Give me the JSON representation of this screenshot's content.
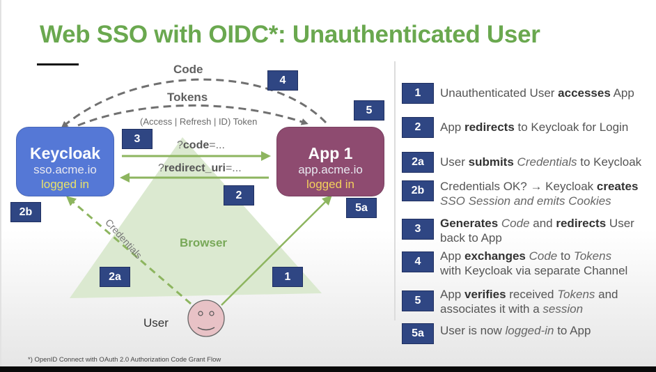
{
  "title": "Web SSO with OIDC*: Unauthenticated User",
  "footnote": "*) OpenID Connect with OAuth 2.0  Authorization Code Grant Flow",
  "colors": {
    "title_green": "#6aa84f",
    "keycloak_blue": "#5578d6",
    "app_purple": "#8e4b70",
    "badge_navy": "#2f4683",
    "browser_green": "#d9e8cd",
    "arrow_green": "#8db55f",
    "arc_gray": "#707070"
  },
  "diagram": {
    "keycloak": {
      "name": "Keycloak",
      "host": "sso.acme.io",
      "status": "logged in"
    },
    "app": {
      "name": "App 1",
      "host": "app.acme.io",
      "status": "logged in"
    },
    "browser_label": "Browser",
    "user_label": "User",
    "arcs": {
      "code_label": "Code",
      "tokens_label": "Tokens",
      "tokens_note": "(Access | Refresh | ID) Token"
    },
    "params": {
      "code_prefix": "?",
      "code_bold": "code",
      "code_suffix": "=...",
      "redirect_prefix": "?",
      "redirect_bold": "redirect_uri",
      "redirect_suffix": "=..."
    },
    "credentials_label": "Credentials",
    "badges": {
      "b4": "4",
      "b5": "5",
      "b3": "3",
      "b2": "2",
      "b2b": "2b",
      "b5a": "5a",
      "b2a": "2a",
      "b1": "1"
    }
  },
  "steps": [
    {
      "id": "1",
      "parts": [
        [
          "n",
          "Unauthenticated User "
        ],
        [
          "b",
          "accesses"
        ],
        [
          "n",
          " App"
        ]
      ]
    },
    {
      "id": "2",
      "parts": [
        [
          "n",
          "App "
        ],
        [
          "b",
          "redirects"
        ],
        [
          "n",
          " to Keycloak for Login"
        ]
      ]
    },
    {
      "id": "2a",
      "parts": [
        [
          "n",
          "User "
        ],
        [
          "b",
          "submits"
        ],
        [
          "n",
          " "
        ],
        [
          "i",
          "Credentials"
        ],
        [
          "n",
          " to Keycloak"
        ]
      ]
    },
    {
      "id": "2b",
      "parts": [
        [
          "n",
          "Credentials OK? → Keycloak "
        ],
        [
          "b",
          "creates"
        ],
        [
          "br",
          ""
        ],
        [
          "i",
          "SSO Session and emits Cookies"
        ]
      ]
    },
    {
      "id": "3",
      "parts": [
        [
          "b",
          "Generates"
        ],
        [
          "n",
          " "
        ],
        [
          "i",
          "Code"
        ],
        [
          "n",
          " and "
        ],
        [
          "b",
          "redirects"
        ],
        [
          "n",
          " User"
        ],
        [
          "br",
          ""
        ],
        [
          "n",
          "back to App"
        ]
      ]
    },
    {
      "id": "4",
      "parts": [
        [
          "n",
          "App "
        ],
        [
          "b",
          "exchanges"
        ],
        [
          "n",
          " "
        ],
        [
          "i",
          "Code"
        ],
        [
          "n",
          " to "
        ],
        [
          "i",
          "Tokens"
        ],
        [
          "br",
          ""
        ],
        [
          "n",
          "with Keycloak via separate Channel"
        ]
      ]
    },
    {
      "id": "5",
      "parts": [
        [
          "n",
          "App "
        ],
        [
          "b",
          "verifies"
        ],
        [
          "n",
          " received "
        ],
        [
          "i",
          "Tokens"
        ],
        [
          "n",
          " and"
        ],
        [
          "br",
          ""
        ],
        [
          "n",
          "associates it with a "
        ],
        [
          "i",
          "session"
        ]
      ]
    },
    {
      "id": "5a",
      "parts": [
        [
          "n",
          "User is now "
        ],
        [
          "i",
          "logged-in"
        ],
        [
          "n",
          " to App"
        ]
      ]
    }
  ]
}
